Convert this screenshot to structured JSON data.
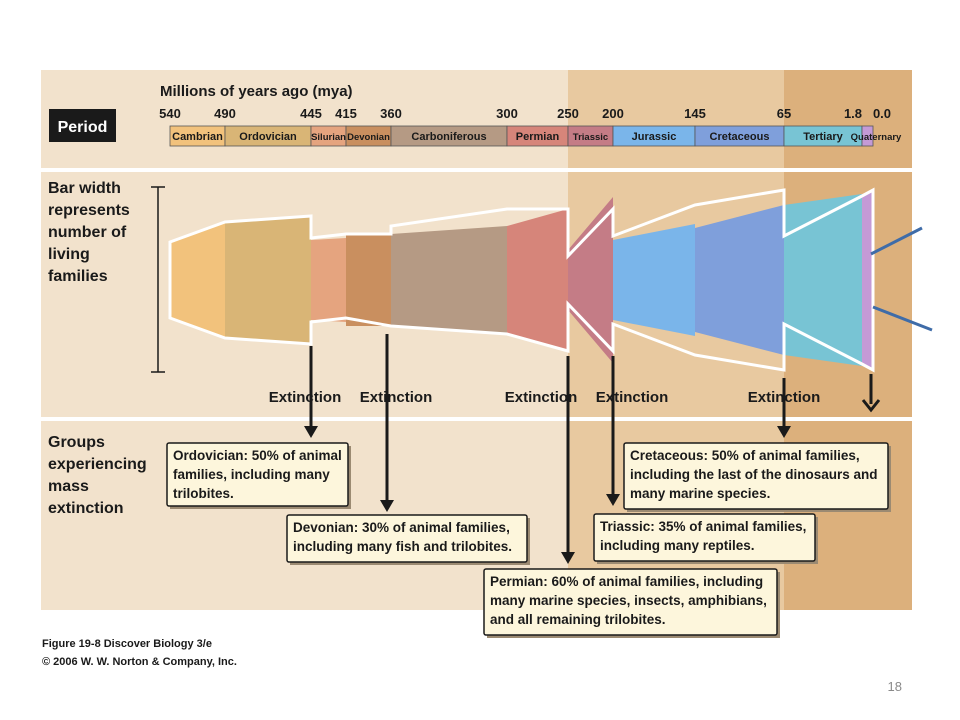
{
  "axis_title": "Millions of years ago (mya)",
  "period_label": "Period",
  "ticks": [
    "540",
    "490",
    "445",
    "415",
    "360",
    "300",
    "250",
    "200",
    "145",
    "65",
    "1.8",
    "0.0"
  ],
  "periods": [
    {
      "name": "Cambrian",
      "color": "#f2c27c"
    },
    {
      "name": "Ordovician",
      "color": "#d9b576"
    },
    {
      "name": "Silurian",
      "color": "#e5a47f"
    },
    {
      "name": "Devonian",
      "color": "#c98f5f"
    },
    {
      "name": "Carboniferous",
      "color": "#b59a84"
    },
    {
      "name": "Permian",
      "color": "#d6857a"
    },
    {
      "name": "Triassic",
      "color": "#c47c86"
    },
    {
      "name": "Jurassic",
      "color": "#7ab5ea"
    },
    {
      "name": "Cretaceous",
      "color": "#7f9fdb"
    },
    {
      "name": "Tertiary",
      "color": "#78c4d4"
    },
    {
      "name": "Quaternary",
      "color": "#c49ad6"
    }
  ],
  "bar_width_label": [
    "Bar width",
    "represents",
    "number of",
    "living",
    "families"
  ],
  "groups_label": [
    "Groups",
    "experiencing",
    "mass",
    "extinction"
  ],
  "extinction_label": "Extinction",
  "extinction_boxes": [
    {
      "name": "ordovician",
      "lines": [
        "Ordovician: 50% of animal",
        "families, including many",
        "trilobites."
      ]
    },
    {
      "name": "devonian",
      "lines": [
        "Devonian: 30% of animal families,",
        "including many fish and trilobites."
      ]
    },
    {
      "name": "permian",
      "lines": [
        "Permian: 60% of animal families, including",
        "many marine species, insects, amphibians,",
        "and all remaining trilobites."
      ]
    },
    {
      "name": "triassic",
      "lines": [
        "Triassic: 35% of animal families,",
        "including many reptiles."
      ]
    },
    {
      "name": "cretaceous",
      "lines": [
        "Cretaceous: 50% of animal families,",
        "including the last of the dinosaurs and",
        "many marine species."
      ]
    }
  ],
  "caption": [
    "Figure 19-8  Discover Biology 3/e",
    "© 2006 W. W. Norton & Company, Inc."
  ],
  "page_number": "18",
  "colors": {
    "panel_light": "#f2e2cc",
    "panel_mid": "#e8c9a0",
    "panel_dark": "#dcb07c",
    "box_fill": "#fdf6dc",
    "annotation_line": "#3f6ca8"
  }
}
